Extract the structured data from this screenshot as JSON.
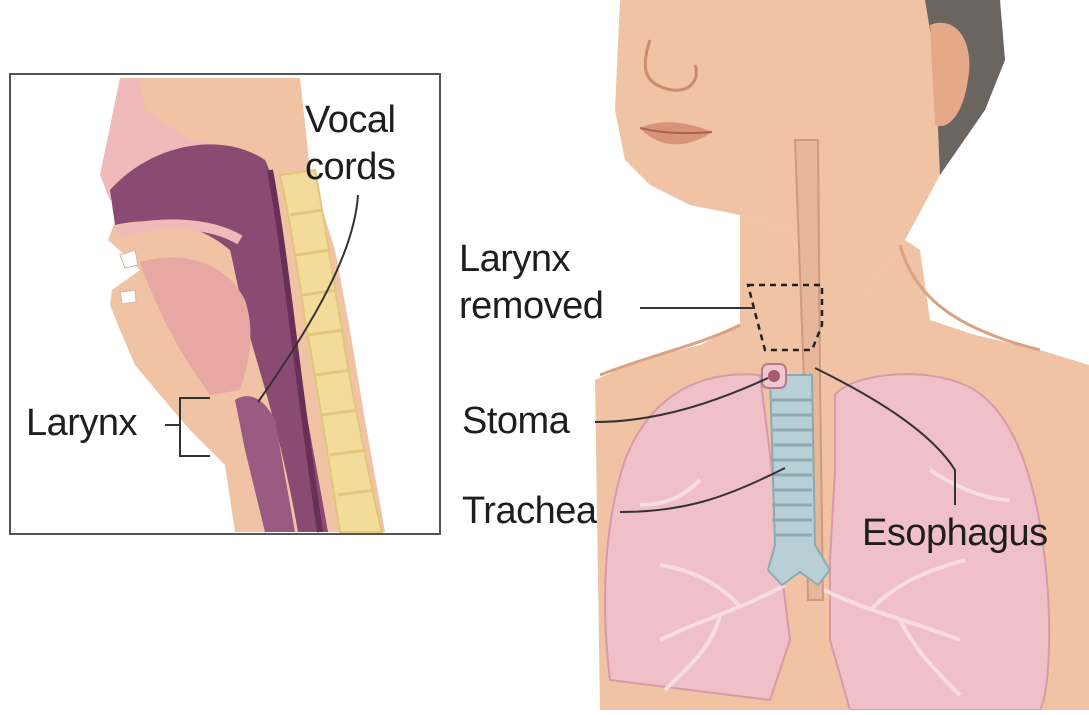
{
  "labels": {
    "vocal_cords_line1": "Vocal",
    "vocal_cords_line2": "cords",
    "larynx": "Larynx",
    "larynx_removed_line1": "Larynx",
    "larynx_removed_line2": "removed",
    "stoma": "Stoma",
    "trachea": "Trachea",
    "esophagus": "Esophagus"
  },
  "colors": {
    "skin": "#efc3a4",
    "skin_shade": "#e3a989",
    "mucosa": "#f0b9ba",
    "airway": "#8b4a72",
    "airway_dark": "#6a2f57",
    "vertebra": "#f3dc9a",
    "lung": "#efc0c8",
    "trachea": "#b9cfd6",
    "hair": "#6b6560",
    "leader": "#333333"
  }
}
